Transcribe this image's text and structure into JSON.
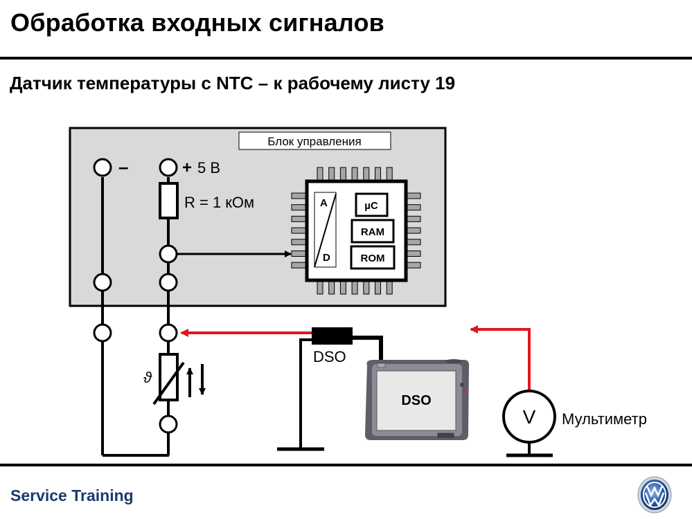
{
  "header": {
    "title": "Обработка входных сигналов",
    "subtitle": "Датчик температуры с NTC – к рабочему листу 19"
  },
  "diagram": {
    "control_unit_label": "Блок управления",
    "minus_label": "–",
    "plus_label": "+",
    "voltage_label": "5 В",
    "resistor_label": "R = 1 кОм",
    "chip": {
      "adc_top": "A",
      "adc_bottom": "D",
      "blocks": [
        "µC",
        "RAM",
        "ROM"
      ]
    },
    "sensor_symbol": "ϑ",
    "probe_label": "DSO",
    "dso_device_label": "DSO",
    "multimeter_symbol": "V",
    "multimeter_label": "Мультиметр",
    "colors": {
      "control_unit_bg": "#d9d9d9",
      "measurement_lead": "#e3161b",
      "pin_gray": "#a6a6a6",
      "dso_body": "#6e6e78",
      "dso_screen": "#e8e8e8"
    }
  },
  "footer": {
    "brand": "Service Training",
    "logo": "vw-logo",
    "brand_color": "#1b3a6b"
  }
}
